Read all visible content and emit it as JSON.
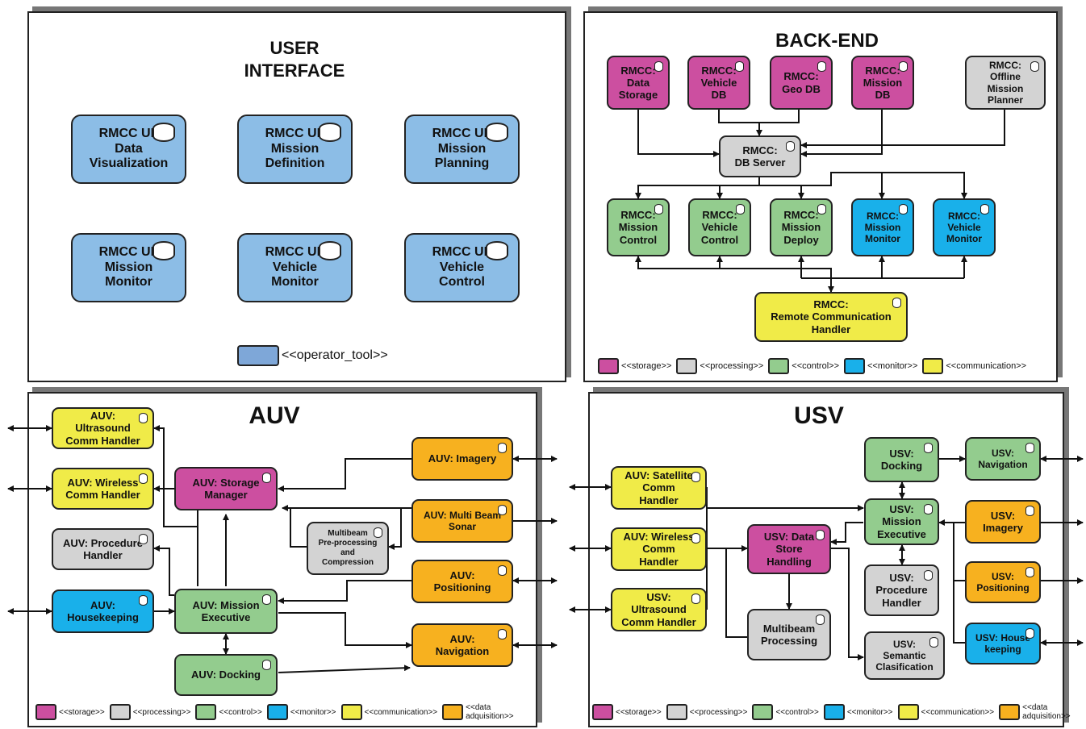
{
  "ui_panel": {
    "title": "USER\nINTERFACE",
    "nodes": [
      "RMCC UI:\nData\nVisualization",
      "RMCC UI:\nMission\nDefinition",
      "RMCC UI:\nMission\nPlanning",
      "RMCC UI:\nMission\nMonitor",
      "RMCC UI:\nVehicle\nMonitor",
      "RMCC UI:\nVehicle\nControl"
    ],
    "legend": "<<operator_tool>>",
    "legend_color": "#7ea7d8"
  },
  "backend": {
    "title": "BACK-END",
    "nodes": {
      "data_storage": "RMCC:\nData\nStorage",
      "vehicle_db": "RMCC:\nVehicle\nDB",
      "geo_db": "RMCC:\nGeo DB",
      "mission_db": "RMCC:\nMission\nDB",
      "offline_planner": "RMCC:\nOffline\nMission\nPlanner",
      "db_server": "RMCC:\nDB Server",
      "mission_control": "RMCC:\nMission\nControl",
      "vehicle_control": "RMCC:\nVehicle\nControl",
      "mission_deploy": "RMCC:\nMission\nDeploy",
      "mission_monitor": "RMCC:\nMission\nMonitor",
      "vehicle_monitor": "RMCC:\nVehicle\nMonitor",
      "remote_comm": "RMCC:\nRemote Communication\nHandler"
    },
    "legend": [
      "<<storage>>",
      "<<processing>>",
      "<<control>>",
      "<<monitor>>",
      "<<communication>>"
    ]
  },
  "auv": {
    "title": "AUV",
    "nodes": {
      "ultrasound": "AUV:\nUltrasound\nComm Handler",
      "wireless": "AUV: Wireless\nComm Handler",
      "procedure": "AUV: Procedure\nHandler",
      "housekeeping": "AUV:\nHousekeeping",
      "storage": "AUV: Storage\nManager",
      "mission_exec": "AUV: Mission\nExecutive",
      "docking": "AUV: Docking",
      "multibeam_pre": "Multibeam\nPre-processing\nand\nCompression",
      "imagery": "AUV: Imagery",
      "sonar": "AUV: Multi Beam\nSonar",
      "positioning": "AUV:\nPositioning",
      "navigation": "AUV:\nNavigation"
    },
    "legend": [
      "<<storage>>",
      "<<processing>>",
      "<<control>>",
      "<<monitor>>",
      "<<communication>>",
      "<<data\nadquisition>>"
    ]
  },
  "usv": {
    "title": "USV",
    "nodes": {
      "satellite": "AUV: Satellite\nComm\nHandler",
      "wireless": "AUV: Wireless\nComm\nHandler",
      "ultrasound": "USV:\nUltrasound\nComm Handler",
      "data_store": "USV: Data\nStore\nHandling",
      "multibeam": "Multibeam\nProcessing",
      "docking": "USV:\nDocking",
      "mission_exec": "USV:\nMission\nExecutive",
      "procedure": "USV:\nProcedure\nHandler",
      "semantic": "USV:\nSemantic\nClasification",
      "navigation": "USV:\nNavigation",
      "imagery": "USV:\nImagery",
      "positioning": "USV:\nPositioning",
      "housekeeping": "USV: House\nkeeping"
    },
    "legend": [
      "<<storage>>",
      "<<processing>>",
      "<<control>>",
      "<<monitor>>",
      "<<communication>>",
      "<<data\nadquisition>>"
    ]
  },
  "colors": {
    "storage": "#cc4fa0",
    "processing": "#d3d3d3",
    "control": "#93cc8e",
    "monitor": "#19b0ea",
    "communication": "#f0eb48",
    "data_acquisition": "#f7b11f",
    "operator_tool": "#8cbde6"
  }
}
